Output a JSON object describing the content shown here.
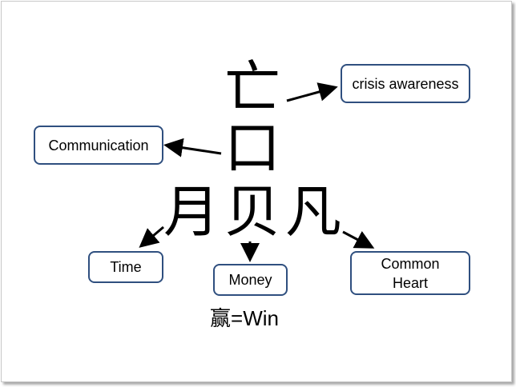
{
  "diagram": {
    "characters": {
      "top": "亡",
      "middle": "口",
      "moon": "月",
      "shell": "贝",
      "ordinary": "凡"
    },
    "labels": {
      "crisis": "crisis awareness",
      "communication": "Communication",
      "time": "Time",
      "money": "Money",
      "common_line1": "Common",
      "common_line2": "Heart"
    },
    "caption": {
      "character": "赢",
      "text": "=Win"
    },
    "colors": {
      "box_border": "#2f4f7f",
      "arrow": "#000000",
      "text": "#000000"
    }
  }
}
